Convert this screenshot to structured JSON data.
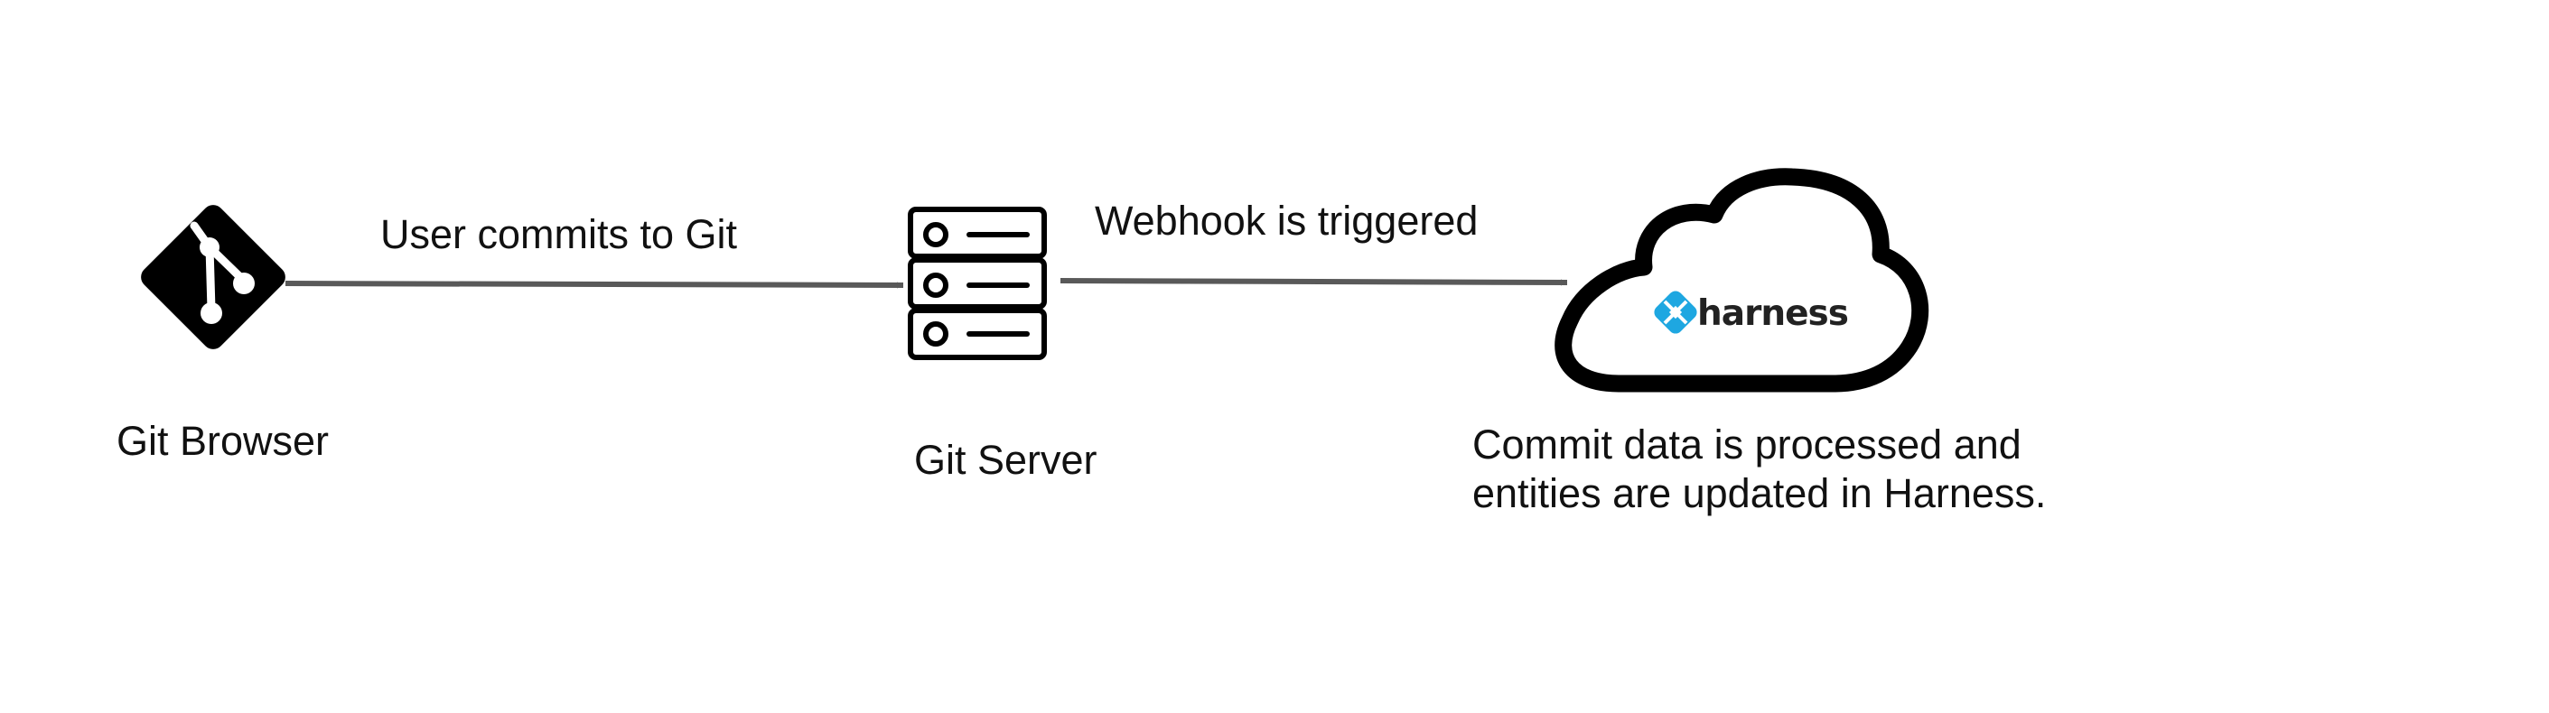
{
  "nodes": {
    "git_browser": {
      "label": "Git Browser",
      "icon": "git-icon"
    },
    "git_server": {
      "label": "Git Server",
      "icon": "server-icon"
    },
    "harness": {
      "icon": "cloud-icon",
      "logo_text": "harness",
      "caption_lines": [
        "Commit data is processed and",
        "entities are updated in Harness."
      ]
    }
  },
  "edges": {
    "browser_to_server": {
      "label": "User commits to Git"
    },
    "server_to_harness": {
      "label": "Webhook is triggered"
    }
  },
  "colors": {
    "arrow": "#595959",
    "icon": "#000000",
    "harness_brand": "#1ea7e1",
    "text": "#111111"
  }
}
